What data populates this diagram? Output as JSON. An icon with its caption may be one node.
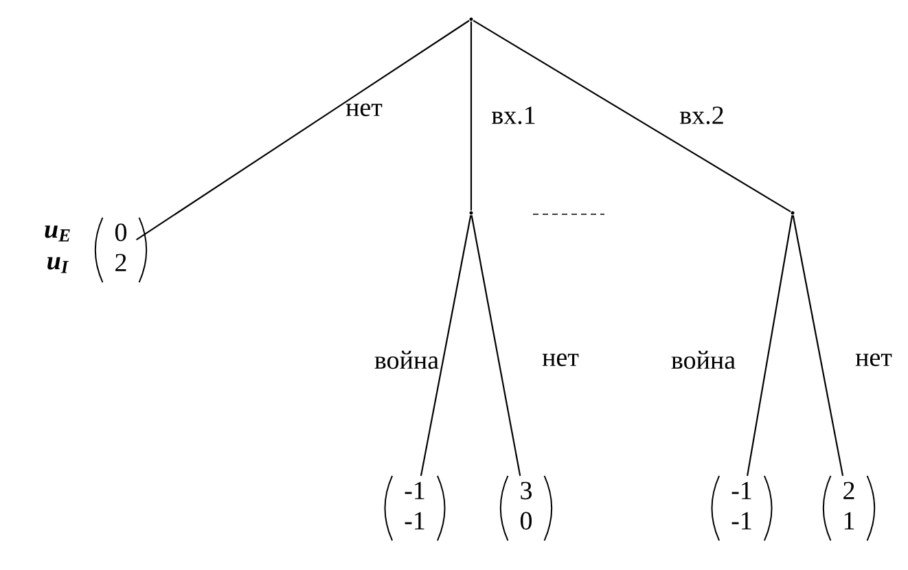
{
  "diagram": {
    "nodes": [
      {
        "text": [],
        "shape": "point"
      },
      {
        "text": [
          "0",
          "2"
        ]
      },
      {
        "text": [],
        "shape": "point"
      },
      {
        "text": [],
        "shape": "point"
      },
      {
        "text": [
          "-1",
          "-1"
        ]
      },
      {
        "text": [
          "3",
          "0"
        ]
      },
      {
        "text": [
          "-1",
          "-1"
        ]
      },
      {
        "text": [
          "2",
          "1"
        ]
      }
    ],
    "edges": [
      {
        "from": 0,
        "to": 1,
        "arrow": "none",
        "label": "нет"
      },
      {
        "from": 0,
        "to": 2,
        "arrow": "none",
        "label": "вх.1"
      },
      {
        "from": 0,
        "to": 3,
        "arrow": "none",
        "label": "вх.2"
      },
      {
        "from": 2,
        "to": 4,
        "arrow": "none",
        "label": "война"
      },
      {
        "from": 2,
        "to": 5,
        "arrow": "none",
        "label": "нет"
      },
      {
        "from": 3,
        "to": 6,
        "arrow": "none",
        "label": "война"
      },
      {
        "from": 3,
        "to": 7,
        "arrow": "none",
        "label": "нет"
      }
    ],
    "labels": [
      "u$_{E}$",
      "u$_{I}$"
    ]
  }
}
